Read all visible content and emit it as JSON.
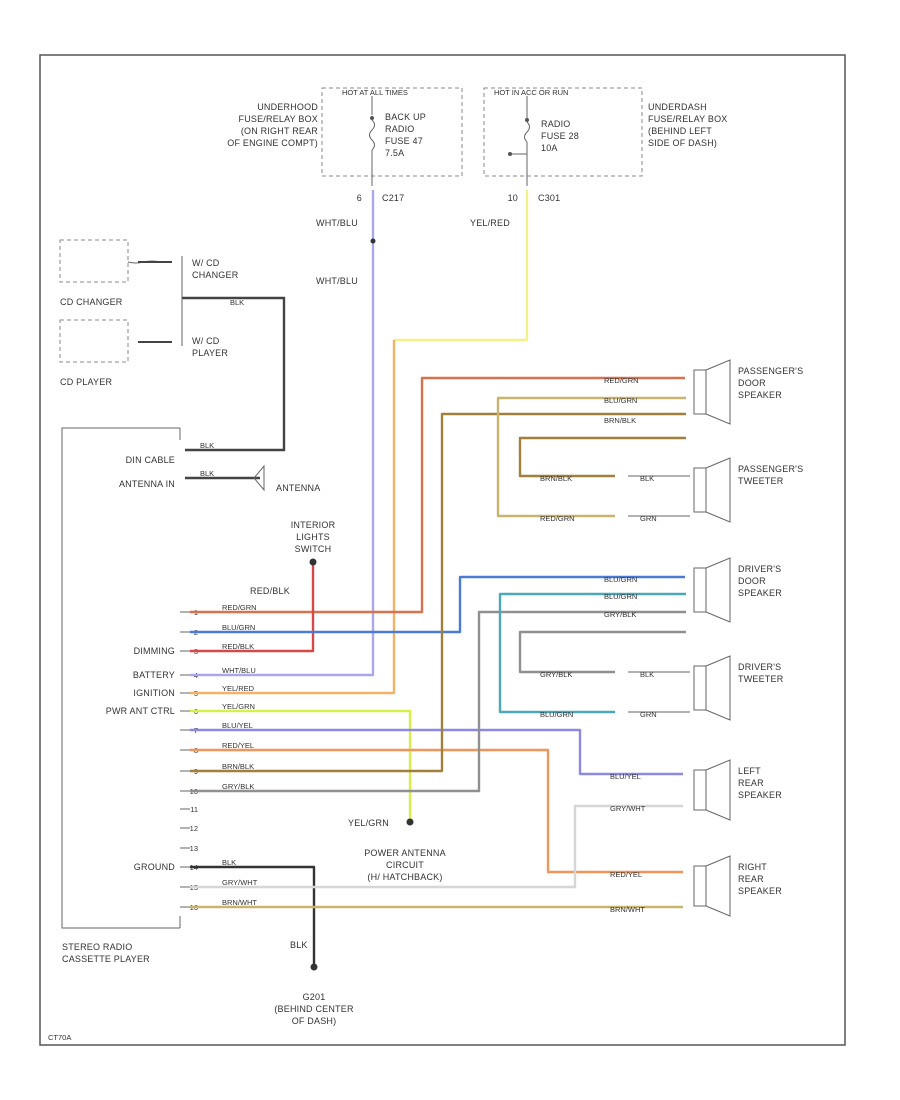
{
  "fuse_boxes": {
    "left": {
      "header": "HOT AT ALL TIMES",
      "location": [
        "UNDERHOOD",
        "FUSE/RELAY BOX",
        "(ON RIGHT REAR",
        "OF ENGINE COMPT)"
      ],
      "fuse": [
        "BACK UP",
        "RADIO",
        "FUSE 47",
        "7.5A"
      ],
      "pin": "6",
      "connector": "C217"
    },
    "right": {
      "header": "HOT IN ACC OR RUN",
      "location": [
        "UNDERDASH",
        "FUSE/RELAY BOX",
        "(BEHIND LEFT",
        "SIDE OF DASH)"
      ],
      "fuse": [
        "RADIO",
        "FUSE 28",
        "10A"
      ],
      "pin": "10",
      "connector": "C301"
    }
  },
  "cd": {
    "changer_label": "CD CHANGER",
    "changer_connector": [
      "W/ CD",
      "CHANGER"
    ],
    "player_label": "CD PLAYER",
    "player_connector": [
      "W/ CD",
      "PLAYER"
    ],
    "wire": "BLK"
  },
  "radio": {
    "name": [
      "STEREO RADIO",
      "CASSETTE PLAYER"
    ],
    "din_cable": "DIN CABLE",
    "antenna_in": "ANTENNA IN",
    "antenna": "ANTENNA",
    "pins": [
      {
        "num": "1",
        "label": "",
        "wire": "RED/GRN"
      },
      {
        "num": "2",
        "label": "",
        "wire": "BLU/GRN"
      },
      {
        "num": "3",
        "label": "DIMMING",
        "wire": "RED/BLK"
      },
      {
        "num": "4",
        "label": "BATTERY",
        "wire": "WHT/BLU"
      },
      {
        "num": "5",
        "label": "IGNITION",
        "wire": "YEL/RED"
      },
      {
        "num": "6",
        "label": "PWR ANT CTRL",
        "wire": "YEL/GRN"
      },
      {
        "num": "7",
        "label": "",
        "wire": "BLU/YEL"
      },
      {
        "num": "8",
        "label": "",
        "wire": "RED/YEL"
      },
      {
        "num": "9",
        "label": "",
        "wire": "BRN/BLK"
      },
      {
        "num": "10",
        "label": "",
        "wire": "GRY/BLK"
      },
      {
        "num": "11",
        "label": "",
        "wire": ""
      },
      {
        "num": "12",
        "label": "",
        "wire": ""
      },
      {
        "num": "13",
        "label": "",
        "wire": ""
      },
      {
        "num": "14",
        "label": "GROUND",
        "wire": "BLK"
      },
      {
        "num": "15",
        "label": "",
        "wire": "GRY/WHT"
      },
      {
        "num": "16",
        "label": "",
        "wire": "BRN/WHT"
      }
    ]
  },
  "wires": {
    "white_blue": "WHT/BLU",
    "yel_red": "YEL/RED",
    "red_blk": "RED/BLK",
    "yel_grn": "YEL/GRN",
    "blk": "BLK"
  },
  "dimming": [
    "INTERIOR",
    "LIGHTS",
    "SWITCH"
  ],
  "power_antenna": [
    "POWER ANTENNA",
    "CIRCUIT",
    "(H/ HATCHBACK)"
  ],
  "ground": [
    "G201",
    "(BEHIND CENTER",
    "OF DASH)"
  ],
  "speakers": {
    "pass_door": {
      "name": [
        "PASSENGER'S",
        "DOOR",
        "SPEAKER"
      ],
      "wires": [
        "RED/GRN",
        "BLU/GRN",
        "BRN/BLK"
      ]
    },
    "pass_tweeter": {
      "name": [
        "PASSENGER'S",
        "TWEETER"
      ],
      "wires": [
        "BRN/BLK",
        "RED/GRN"
      ],
      "tags": [
        "BLK",
        "GRN"
      ]
    },
    "driver_door": {
      "name": [
        "DRIVER'S",
        "DOOR",
        "SPEAKER"
      ],
      "wires": [
        "BLU/GRN",
        "BLU/GRN",
        "GRY/BLK"
      ]
    },
    "driver_tweeter": {
      "name": [
        "DRIVER'S",
        "TWEETER"
      ],
      "wires": [
        "GRY/BLK",
        "BLU/GRN"
      ],
      "tags": [
        "BLK",
        "GRN"
      ]
    },
    "left_rear": {
      "name": [
        "LEFT",
        "REAR",
        "SPEAKER"
      ],
      "wires": [
        "BLU/YEL",
        "GRY/WHT"
      ]
    },
    "right_rear": {
      "name": [
        "RIGHT",
        "REAR",
        "SPEAKER"
      ],
      "wires": [
        "RED/YEL",
        "BRN/WHT"
      ]
    }
  },
  "footer_code": "CT70A",
  "colors": {
    "wht_blu": "#a9a8ef",
    "yel_red": "#f3b265",
    "yel": "#f2f28a",
    "red_grn": "#d9704e",
    "blu_grn": "#4c7bd6",
    "red_blk": "#d94848",
    "yel_grn": "#d8ef4a",
    "blu_yel": "#8a8ae6",
    "red_yel": "#f0965a",
    "brn_blk": "#a0803a",
    "gry_blk": "#909090",
    "brn_wht": "#c9b46e",
    "gry_wht": "#d6d6d6",
    "blk": "#333333",
    "teal": "#4aa8b8"
  }
}
